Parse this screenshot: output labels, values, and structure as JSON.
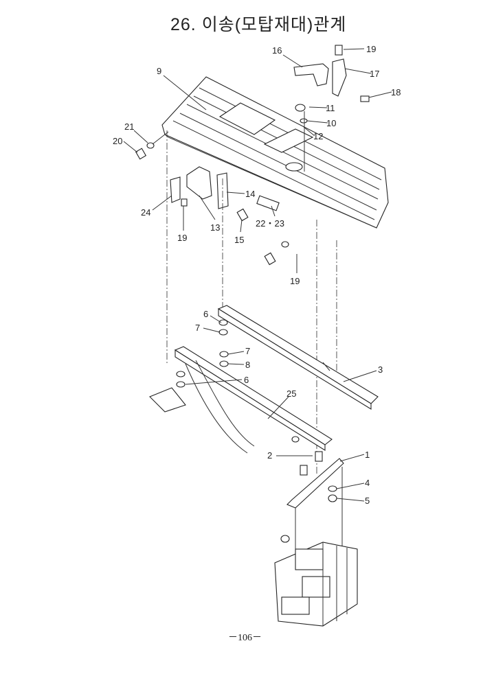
{
  "page": {
    "title": "26. 이송(모탑재대)관계",
    "page_number": "－106－"
  },
  "callouts": [
    "19",
    "16",
    "17",
    "18",
    "11",
    "10",
    "12",
    "9",
    "21",
    "20",
    "14",
    "24",
    "13",
    "19",
    "15",
    "22・23",
    "19",
    "6",
    "7",
    "7",
    "8",
    "6",
    "3",
    "25",
    "1",
    "2",
    "4",
    "5"
  ]
}
